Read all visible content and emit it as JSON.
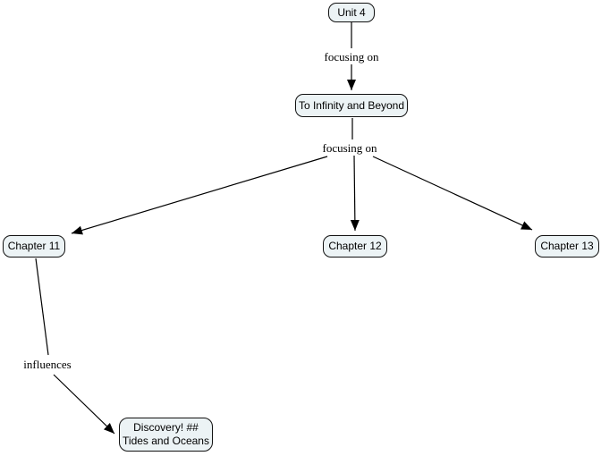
{
  "colors": {
    "canvas_background": "#ffffff",
    "node_fill": "#ecf3f5",
    "node_border": "#111111",
    "line": "#000000",
    "text": "#000000"
  },
  "concepts": {
    "unit4": {
      "label": "Unit 4"
    },
    "infinity": {
      "label": "To Infinity and Beyond"
    },
    "chapter11": {
      "label": "Chapter 11"
    },
    "chapter12": {
      "label": "Chapter 12"
    },
    "chapter13": {
      "label": "Chapter 13"
    },
    "discovery": {
      "line1": "Discovery! ##",
      "line2": "Tides and Oceans"
    }
  },
  "links": {
    "focusing_on_1": {
      "label": "focusing on"
    },
    "focusing_on_2": {
      "label": "focusing on"
    },
    "influences": {
      "label": "influences"
    }
  }
}
